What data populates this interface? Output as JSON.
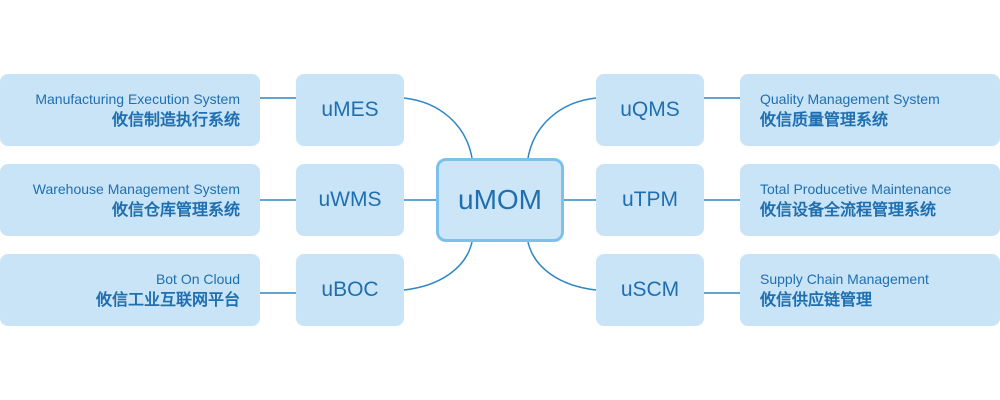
{
  "center": {
    "label": "uMOM"
  },
  "modules": [
    {
      "code": "uMES",
      "en": "Manufacturing Execution System",
      "zh": "攸信制造执行系统"
    },
    {
      "code": "uWMS",
      "en": "Warehouse Management System",
      "zh": "攸信仓库管理系统"
    },
    {
      "code": "uBOC",
      "en": "Bot On Cloud",
      "zh": "攸信工业互联网平台"
    },
    {
      "code": "uQMS",
      "en": "Quality Management System",
      "zh": "攸信质量管理系统"
    },
    {
      "code": "uTPM",
      "en": "Total Producetive Maintenance",
      "zh": "攸信设备全流程管理系统"
    },
    {
      "code": "uSCM",
      "en": "Supply Chain Management",
      "zh": "攸信供应链管理"
    }
  ],
  "colors": {
    "box_fill": "#c9e4f7",
    "center_border": "#7cc1ea",
    "text": "#1f6fb0",
    "line": "#2f86c4"
  }
}
